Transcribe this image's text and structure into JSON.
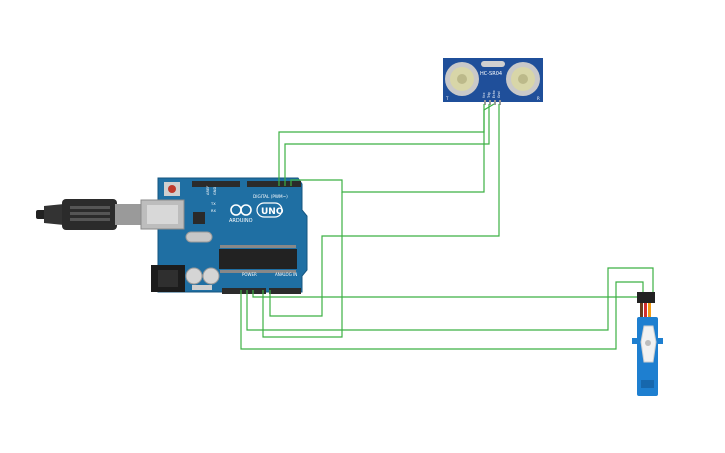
{
  "colors": {
    "board": "#1f6fa3",
    "board_edge": "#15557f",
    "wire": "#3cb043",
    "servo": "#1e7fd0",
    "sensor": "#1f4f9a",
    "transducer": "#d8d6a8",
    "header": "#2b2b2b"
  },
  "arduino": {
    "brand": "ARDUINO",
    "model": "UNO",
    "digital_label": "DIGITAL (PWM~)",
    "power_label": "POWER",
    "analog_label": "ANALOG IN",
    "aref": "AREF",
    "gnd": "GND",
    "tx": "TX",
    "rx": "RX"
  },
  "sensor": {
    "label": "HC-SR04",
    "pins": [
      "Vcc",
      "Trig",
      "Echo",
      "Gnd"
    ],
    "marks": [
      "T",
      "R"
    ]
  },
  "servo": {
    "type": "micro servo"
  },
  "cable": {
    "type": "usb-b-cable"
  }
}
